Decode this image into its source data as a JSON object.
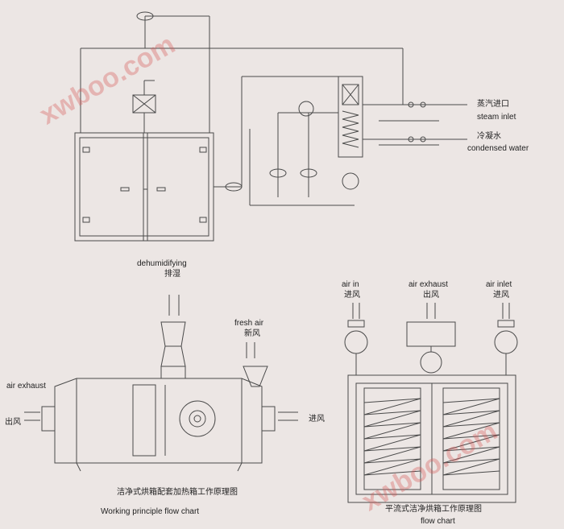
{
  "top": {
    "steam_inlet_zh": "蒸汽进口",
    "steam_inlet_en": "steam inlet",
    "condensed_zh": "冷凝水",
    "condensed_en": "condensed water"
  },
  "bottom_left": {
    "dehumid_en": "dehumidifying",
    "dehumid_zh": "排湿",
    "fresh_air_en": "fresh air",
    "fresh_air_zh": "新风",
    "air_exhaust_en": "air exhaust",
    "outlet_zh": "出风",
    "inlet_zh": "进风",
    "caption_zh": "洁净式烘箱配套加热箱工作原理图",
    "caption_en": "Working principle flow chart"
  },
  "bottom_right": {
    "air_in_en": "air in",
    "air_in_zh": "进风",
    "air_exhaust_en": "air exhaust",
    "air_exhaust_zh": "出风",
    "air_inlet_en": "air inlet",
    "air_inlet_zh": "进风",
    "caption_zh": "平流式洁净烘箱工作原理图",
    "caption_en": "flow chart"
  },
  "watermark": "xwboo.com",
  "colors": {
    "line": "#4a4a4a",
    "watermark": "#d65656"
  }
}
